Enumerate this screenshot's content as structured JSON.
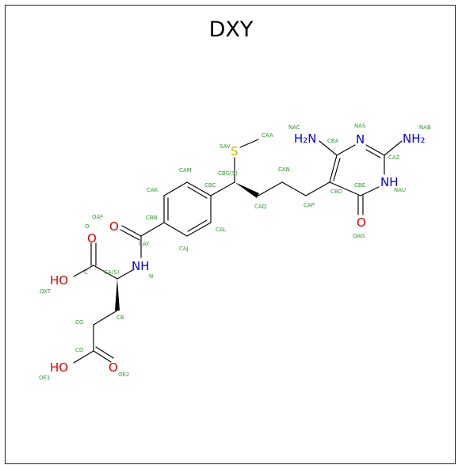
{
  "title": "DXY",
  "colors": {
    "bond": "#000000",
    "oxygen": "#e00000",
    "nitrogen": "#0000ee",
    "sulfur": "#c8b400",
    "label": "#2e9c2e"
  },
  "atom_symbols": {
    "s": "S",
    "o_aag": "O",
    "o_af": "O",
    "oh_c": "HO",
    "oh_cd": "HO",
    "o_oe2": "O",
    "nh_amide": "NH",
    "nh_ring": "NH",
    "n_ring": "N",
    "h2n": "H₂N",
    "nh2": "NH₂"
  },
  "atom_labels": {
    "caa": "CAA",
    "sav": "SAV",
    "nac": "NAC",
    "nas": "NAS",
    "nab": "NAB",
    "cba": "CBA",
    "caz": "CAZ",
    "cam": "CAM",
    "cbg": "CBG(S)",
    "can": "CAN",
    "cak": "CAK",
    "cbc": "CBC",
    "cbd": "CBD",
    "cbe": "CBE",
    "nau": "NAU",
    "caq": "CAQ",
    "cap": "CAP",
    "caf": "OAF",
    "o": "O",
    "cbb": "CBB",
    "cal": "CAL",
    "cay": "CAY",
    "oag": "OAG",
    "caj": "CAJ",
    "ca": "CA(S)",
    "c": "C",
    "n": "N",
    "oxt": "OXT",
    "cg": "CG",
    "cb": "CB",
    "cd": "CD",
    "oe1": "OE1",
    "oe2": "OE2"
  }
}
